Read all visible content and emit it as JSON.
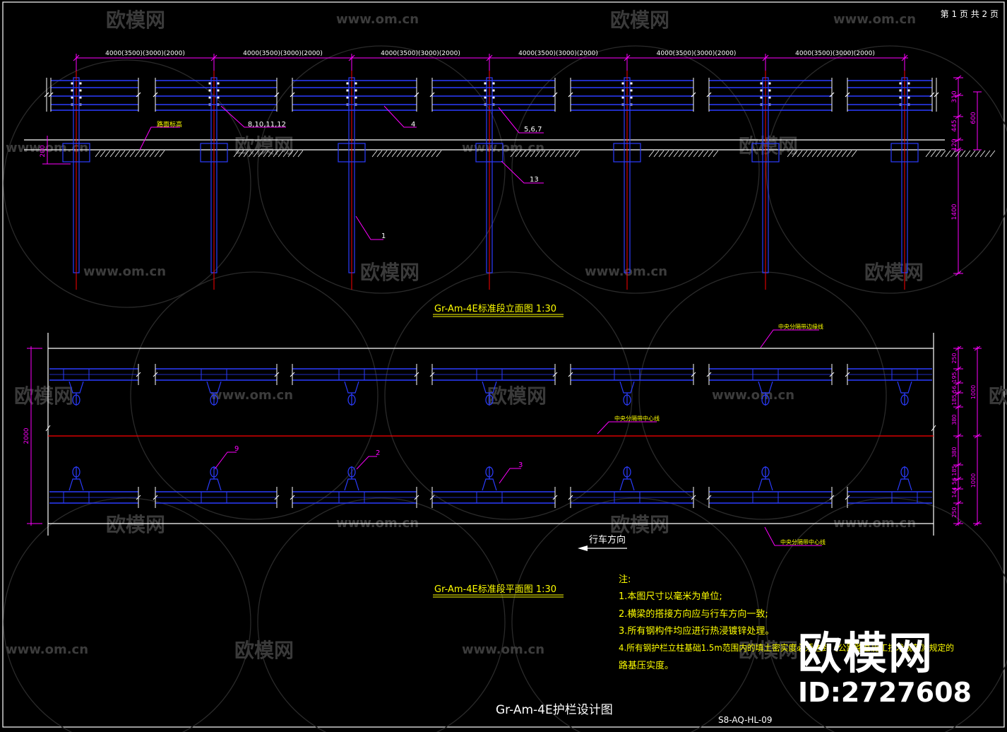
{
  "header": {
    "page_indicator": "第 1 页 共 2 页"
  },
  "elevation": {
    "span_labels": [
      "4000(3500)(3000)(2000)",
      "4000(3500)(3000)(2000)",
      "4000(3500)(3000)(2000)",
      "4000(3500)(3000)(2000)",
      "4000(3500)(3000)(2000)",
      "4000(3500)(3000)(2000)"
    ],
    "callouts": {
      "c_8_10_11_12": "8,10,11,12",
      "c_4": "4",
      "c_5_6_7": "5,6,7",
      "c_13": "13",
      "c_1": "1"
    },
    "road_surface_label": "路面标高",
    "left_dim": "200",
    "right_dims": {
      "d310": "310",
      "d445": "445",
      "d120": "120",
      "d1400": "1400",
      "d600": "600"
    },
    "title": "Gr-Am-4E标准段立面图  1:30"
  },
  "plan": {
    "top_edge_label": "中央分隔带边缘线",
    "center_label": "中央分隔带中心线",
    "bottom_label": "中央分隔带中心线",
    "callouts": {
      "c_9": "9",
      "c_2": "2",
      "c_3": "3"
    },
    "left_dim": "2000",
    "right_dims": {
      "t250": "250",
      "t195": "195",
      "t56": "56",
      "t185": "185",
      "t380": "380",
      "b380": "380",
      "b185": "185",
      "b56": "56",
      "b144": "144",
      "b250": "250",
      "total_top": "1000",
      "total_bottom": "1000"
    },
    "travel_direction": "行车方向",
    "title": "Gr-Am-4E标准段平面图  1:30"
  },
  "notes": {
    "heading": "注:",
    "items": [
      "1.本图尺寸以毫米为单位;",
      "2.横梁的搭接方向应与行车方向一致;",
      "3.所有钢构件均应进行热浸镀锌处理。",
      "4.所有钢护栏立柱基础1.5m范围内的填土密实度必须达到《公路路基施工技术规范》规定的",
      "路基压实度。"
    ]
  },
  "main_title": "Gr-Am-4E护栏设计图",
  "drawing_number": "S8-AQ-HL-09",
  "watermarks": {
    "site": "www.om.cn",
    "brand_cn": "欧模网"
  },
  "brand": {
    "logo_text": "欧模网",
    "id": "ID:2727608"
  },
  "colors": {
    "magenta": "#ff00ff",
    "blue": "#2b3cff",
    "red": "#ff0000",
    "yellow": "#ffff00",
    "white": "#ffffff"
  }
}
